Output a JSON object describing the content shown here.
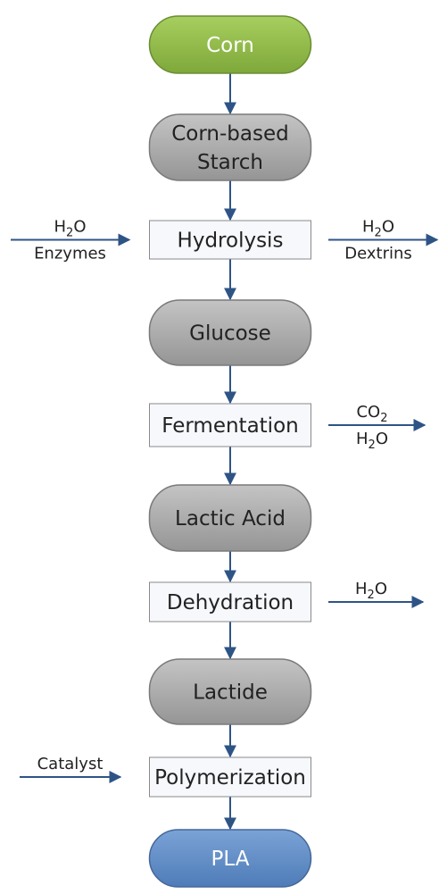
{
  "nodes": [
    {
      "id": "corn",
      "shape": "pill",
      "style": "green",
      "lines": [
        {
          "text": "Corn"
        }
      ]
    },
    {
      "id": "starch",
      "shape": "pill",
      "style": "gray",
      "lines": [
        {
          "text": "Corn-based"
        },
        {
          "text": "Starch"
        }
      ]
    },
    {
      "id": "hydrolysis",
      "shape": "rect",
      "style": "light",
      "lines": [
        {
          "text": "Hydrolysis"
        }
      ]
    },
    {
      "id": "glucose",
      "shape": "pill",
      "style": "gray",
      "lines": [
        {
          "text": "Glucose"
        }
      ]
    },
    {
      "id": "fermentation",
      "shape": "rect",
      "style": "light",
      "lines": [
        {
          "text": "Fermentation"
        }
      ]
    },
    {
      "id": "lactic-acid",
      "shape": "pill",
      "style": "gray",
      "lines": [
        {
          "text": "Lactic Acid"
        }
      ]
    },
    {
      "id": "dehydration",
      "shape": "rect",
      "style": "light",
      "lines": [
        {
          "text": "Dehydration"
        }
      ]
    },
    {
      "id": "lactide",
      "shape": "pill",
      "style": "gray",
      "lines": [
        {
          "text": "Lactide"
        }
      ]
    },
    {
      "id": "polymerization",
      "shape": "rect",
      "style": "light",
      "lines": [
        {
          "text": "Polymerization"
        }
      ]
    },
    {
      "id": "pla",
      "shape": "pill",
      "style": "blue",
      "lines": [
        {
          "text": "PLA"
        }
      ]
    }
  ],
  "side_flows": [
    {
      "id": "hydrolysis-in",
      "direction": "in",
      "node": "hydrolysis",
      "lines": [
        [
          {
            "text": "H"
          },
          {
            "text": "2",
            "sub": true
          },
          {
            "text": "O"
          }
        ],
        [
          {
            "text": "Enzymes"
          }
        ]
      ]
    },
    {
      "id": "hydrolysis-out",
      "direction": "out",
      "node": "hydrolysis",
      "lines": [
        [
          {
            "text": "H"
          },
          {
            "text": "2",
            "sub": true
          },
          {
            "text": "O"
          }
        ],
        [
          {
            "text": "Dextrins"
          }
        ]
      ]
    },
    {
      "id": "fermentation-out",
      "direction": "out",
      "node": "fermentation",
      "lines": [
        [
          {
            "text": "CO"
          },
          {
            "text": "2",
            "sub": true
          }
        ],
        [
          {
            "text": "H"
          },
          {
            "text": "2",
            "sub": true
          },
          {
            "text": "O"
          }
        ]
      ]
    },
    {
      "id": "dehydration-out",
      "direction": "out",
      "node": "dehydration",
      "lines": [
        [
          {
            "text": "H"
          },
          {
            "text": "2",
            "sub": true
          },
          {
            "text": "O"
          }
        ]
      ]
    },
    {
      "id": "polymerization-in",
      "direction": "in",
      "node": "polymerization",
      "lines": [
        [
          {
            "text": "Catalyst"
          }
        ]
      ]
    }
  ],
  "colors": {
    "arrow": "#2e5486",
    "green_fill": "#8db443",
    "green_stroke": "#6b8c33",
    "gray_fill": "#a3a3a3",
    "gray_stroke": "#7a7a7a",
    "blue_fill": "#5d89c2",
    "blue_stroke": "#44679a",
    "light_fill": "#f6f8fc",
    "light_stroke": "#8a8a8a"
  }
}
